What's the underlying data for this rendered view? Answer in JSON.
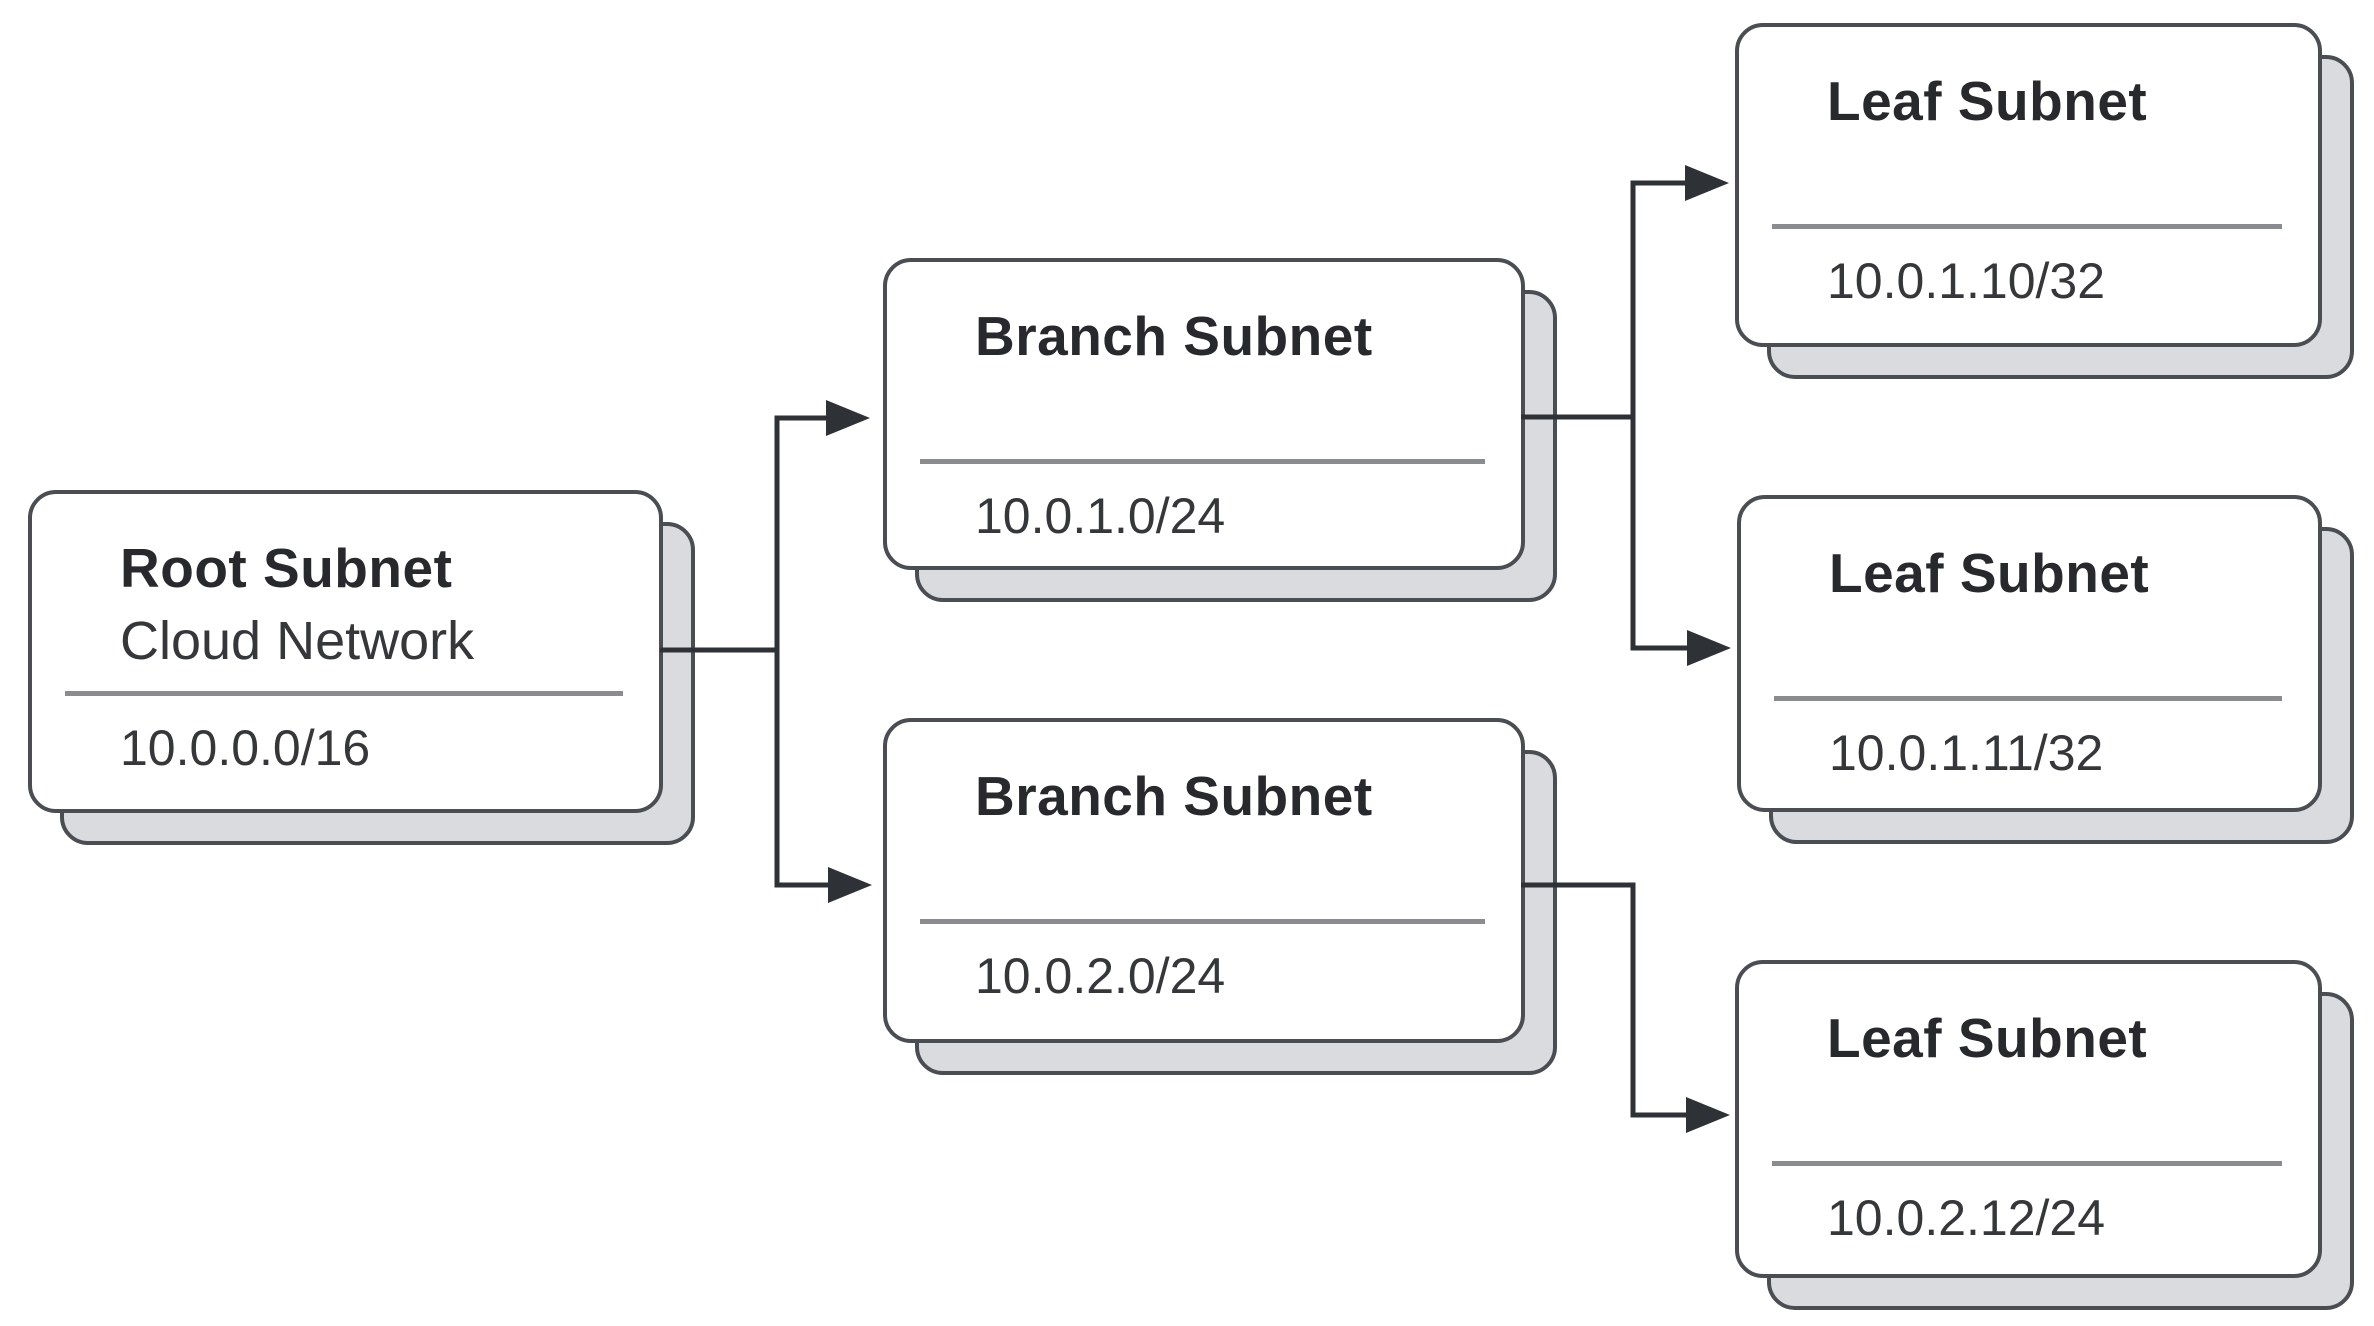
{
  "diagram_type": "subnet-hierarchy-tree",
  "nodes": [
    {
      "id": "root",
      "title": "Root Subnet",
      "subtitle": "Cloud Network",
      "cidr": "10.0.0.0/16"
    },
    {
      "id": "branch-1",
      "title": "Branch Subnet",
      "cidr": "10.0.1.0/24"
    },
    {
      "id": "branch-2",
      "title": "Branch Subnet",
      "cidr": "10.0.2.0/24"
    },
    {
      "id": "leaf-1",
      "title": "Leaf Subnet",
      "cidr": "10.0.1.10/32"
    },
    {
      "id": "leaf-2",
      "title": "Leaf Subnet",
      "cidr": "10.0.1.11/32"
    },
    {
      "id": "leaf-3",
      "title": "Leaf Subnet",
      "cidr": "10.0.2.12/24"
    }
  ],
  "edges": [
    {
      "from": "root",
      "to": "branch-1"
    },
    {
      "from": "root",
      "to": "branch-2"
    },
    {
      "from": "branch-1",
      "to": "leaf-1"
    },
    {
      "from": "branch-1",
      "to": "leaf-2"
    },
    {
      "from": "branch-2",
      "to": "leaf-3"
    }
  ],
  "colors": {
    "background": "#ffffff",
    "card_fill": "#ffffff",
    "card_shadow_fill": "#d9dbde",
    "card_border": "#4a4d52",
    "connector": "#2e3136",
    "divider": "#8a8c8f",
    "title_text": "#27292d",
    "body_text": "#35373b"
  }
}
